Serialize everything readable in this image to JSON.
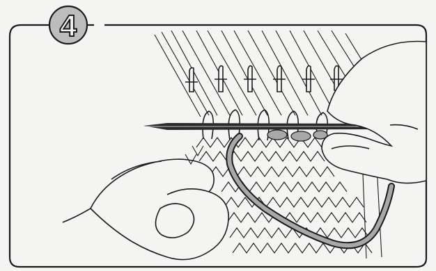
{
  "figure": {
    "step_number": "4",
    "colors": {
      "paper": "#f4f4f2",
      "ink": "#1a1a1a",
      "badge_fill": "#bdbdbd",
      "yarn_fill": "#a8a8a8",
      "needle": "#2a2a2a"
    },
    "elements": {
      "loom_pegs": "peg-row",
      "needle": "knitting-needle",
      "yarn": "working-yarn",
      "fabric": "knitted-fabric",
      "left_hand": "left-hand",
      "right_hand": "right-hand"
    }
  }
}
